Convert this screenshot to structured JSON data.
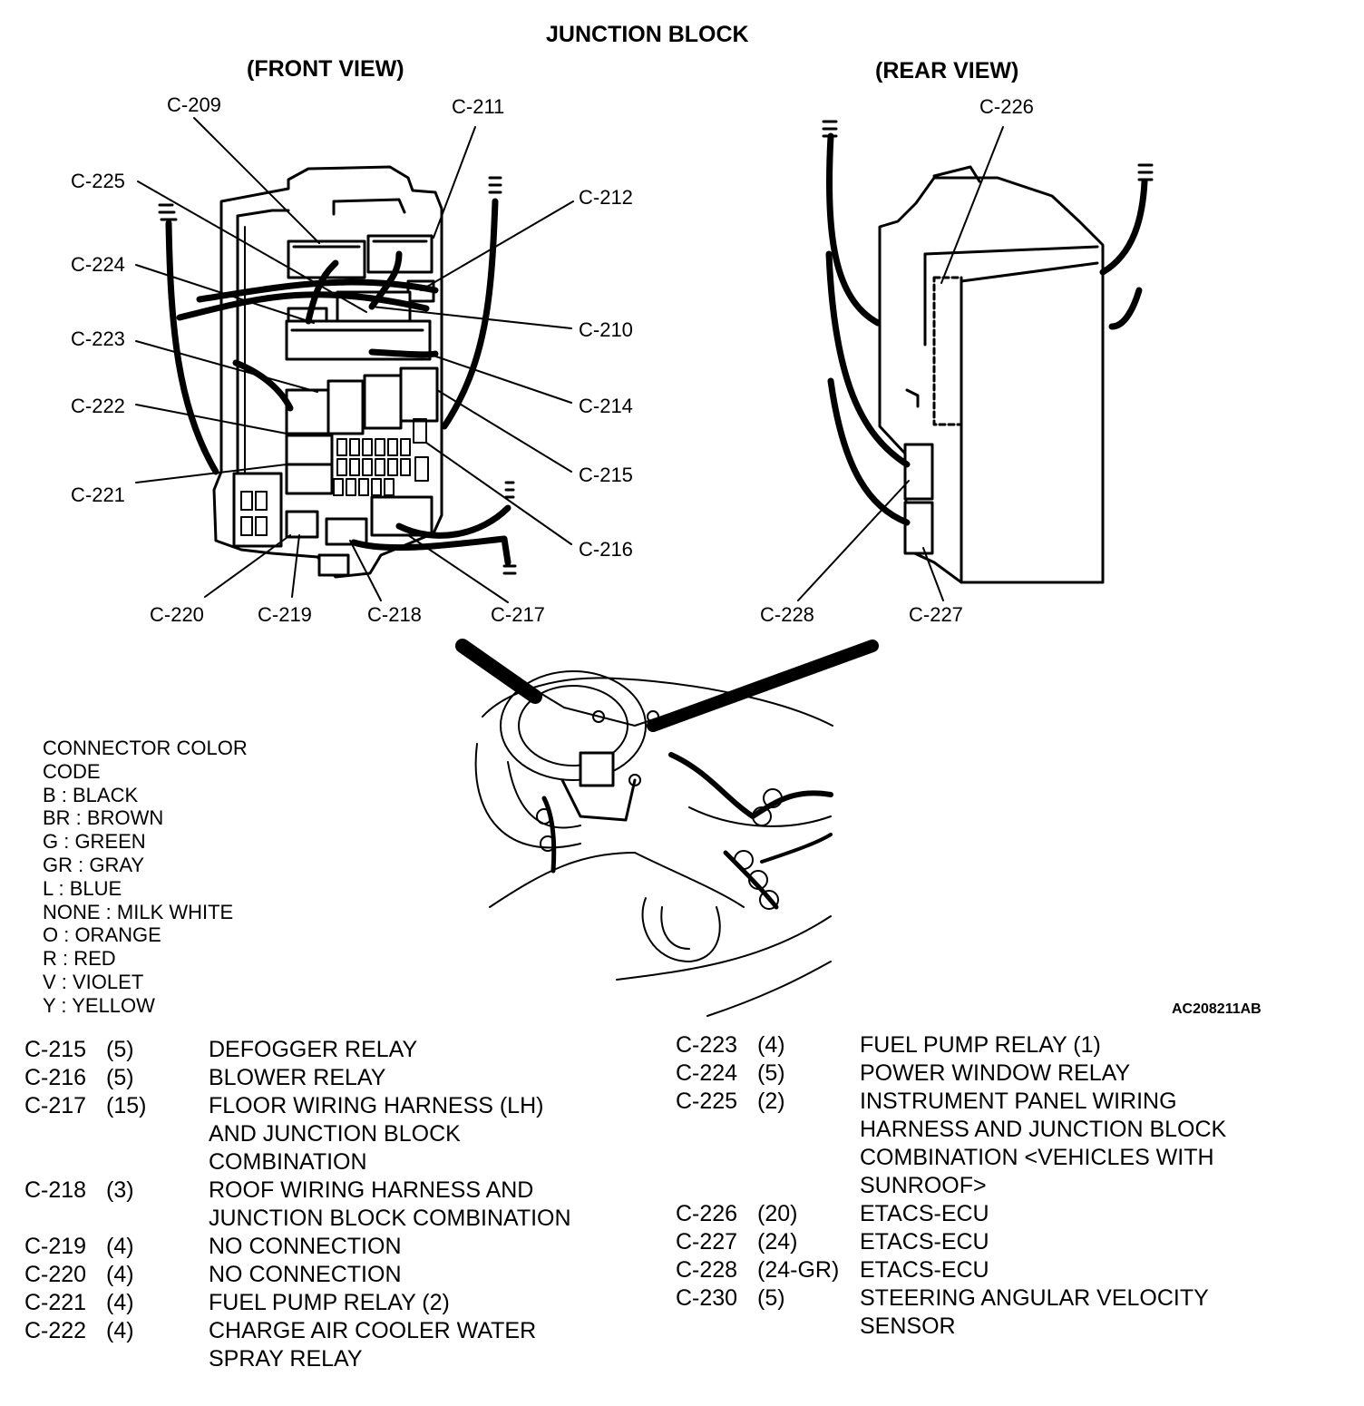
{
  "title": "JUNCTION BLOCK",
  "front_view": {
    "heading": "(FRONT VIEW)",
    "callouts": [
      "C-209",
      "C-211",
      "C-225",
      "C-212",
      "C-224",
      "C-210",
      "C-223",
      "C-214",
      "C-222",
      "C-215",
      "C-221",
      "C-216",
      "C-220",
      "C-219",
      "C-218",
      "C-217"
    ]
  },
  "rear_view": {
    "heading": "(REAR VIEW)",
    "callouts": [
      "C-226",
      "C-228",
      "C-227"
    ]
  },
  "color_code": {
    "heading_1": "CONNECTOR COLOR",
    "heading_2": "CODE",
    "entries": [
      "B : BLACK",
      "BR : BROWN",
      "G : GREEN",
      "GR : GRAY",
      "L : BLUE",
      "NONE : MILK WHITE",
      "O : ORANGE",
      "R : RED",
      "V : VIOLET",
      "Y : YELLOW"
    ]
  },
  "figure_id": "AC208211AB",
  "connectors_left": [
    {
      "code": "C-215",
      "pins": "(5)",
      "desc": "DEFOGGER RELAY"
    },
    {
      "code": "C-216",
      "pins": "(5)",
      "desc": "BLOWER RELAY"
    },
    {
      "code": "C-217",
      "pins": "(15)",
      "desc": "FLOOR WIRING HARNESS (LH) AND JUNCTION BLOCK COMBINATION"
    },
    {
      "code": "C-218",
      "pins": "(3)",
      "desc": "ROOF WIRING HARNESS AND JUNCTION BLOCK COMBINATION"
    },
    {
      "code": "C-219",
      "pins": "(4)",
      "desc": "NO CONNECTION"
    },
    {
      "code": "C-220",
      "pins": "(4)",
      "desc": "NO CONNECTION"
    },
    {
      "code": "C-221",
      "pins": "(4)",
      "desc": "FUEL PUMP RELAY (2)"
    },
    {
      "code": "C-222",
      "pins": "(4)",
      "desc": "CHARGE AIR COOLER WATER SPRAY RELAY"
    }
  ],
  "connectors_right": [
    {
      "code": "C-223",
      "pins": "(4)",
      "desc": "FUEL PUMP RELAY (1)"
    },
    {
      "code": "C-224",
      "pins": "(5)",
      "desc": "POWER WINDOW RELAY"
    },
    {
      "code": "C-225",
      "pins": "(2)",
      "desc": "INSTRUMENT PANEL WIRING HARNESS AND JUNCTION BLOCK COMBINATION <VEHICLES WITH SUNROOF>"
    },
    {
      "code": "C-226",
      "pins": "(20)",
      "desc": "ETACS-ECU"
    },
    {
      "code": "C-227",
      "pins": "(24)",
      "desc": "ETACS-ECU"
    },
    {
      "code": "C-228",
      "pins": "(24-GR)",
      "desc": "ETACS-ECU"
    },
    {
      "code": "C-230",
      "pins": "(5)",
      "desc": "STEERING ANGULAR VELOCITY SENSOR"
    }
  ]
}
